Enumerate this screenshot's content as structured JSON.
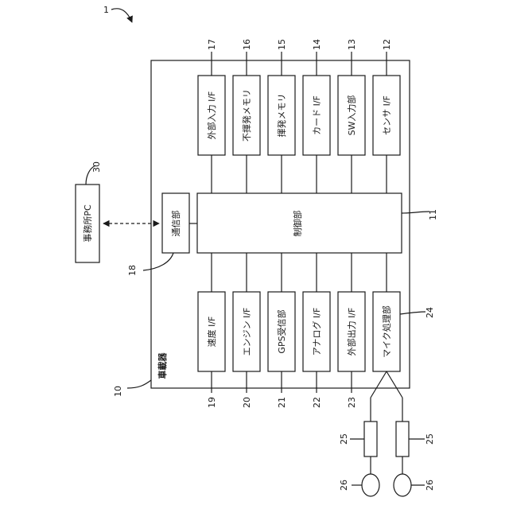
{
  "diagram": {
    "system_ref": "1",
    "vehicle_device": {
      "label": "車載器",
      "ref": "10"
    },
    "office_pc": {
      "label": "事務所PC",
      "ref": "30"
    },
    "comm_unit": {
      "label": "通信部",
      "ref": "18"
    },
    "control_unit": {
      "label": "制御部",
      "ref": "11"
    },
    "top_blocks": [
      {
        "label": "外部入力 I/F",
        "ref": "17"
      },
      {
        "label": "不揮発メモリ",
        "ref": "16"
      },
      {
        "label": "揮発メモリ",
        "ref": "15"
      },
      {
        "label": "カード I/F",
        "ref": "14"
      },
      {
        "label": "SW入力部",
        "ref": "13"
      },
      {
        "label": "センサ I/F",
        "ref": "12"
      }
    ],
    "bottom_blocks": [
      {
        "label": "速度 I/F",
        "ref": "19"
      },
      {
        "label": "エンジン I/F",
        "ref": "20"
      },
      {
        "label": "GPS受信部",
        "ref": "21"
      },
      {
        "label": "アナログ I/F",
        "ref": "22"
      },
      {
        "label": "外部出力 I/F",
        "ref": "23"
      },
      {
        "label": "マイク処理部",
        "ref": "24"
      }
    ],
    "amplifier_ref": "25",
    "microphone_ref": "26"
  }
}
